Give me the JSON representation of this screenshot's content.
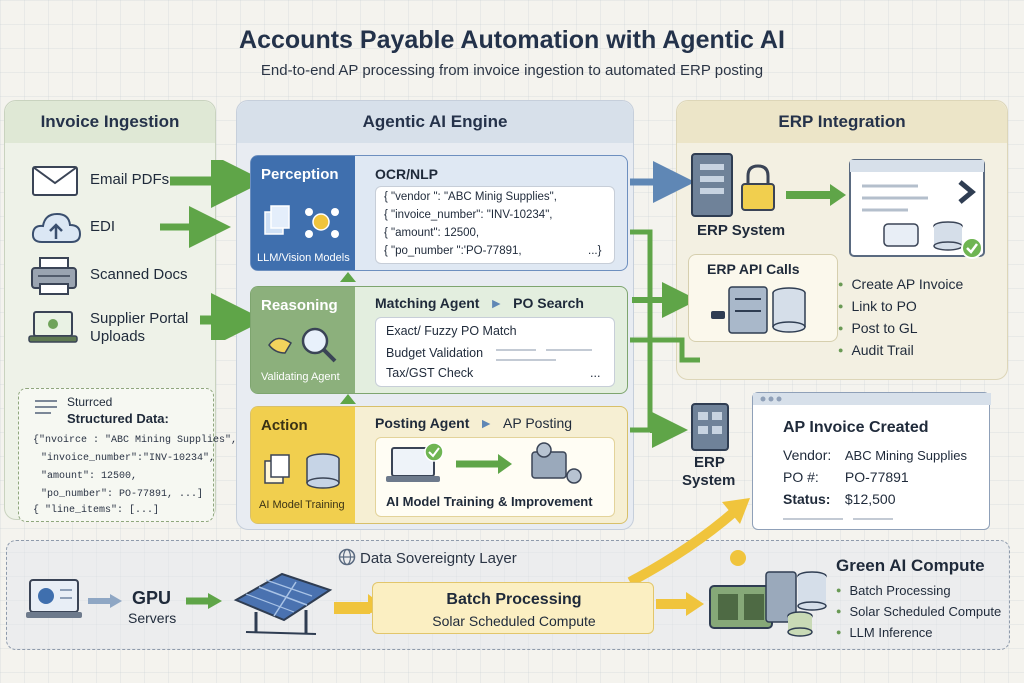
{
  "header": {
    "title": "Accounts Payable Automation with Agentic AI",
    "subtitle": "End-to-end AP processing from invoice ingestion to automated ERP posting"
  },
  "columns": {
    "ingestion": "Invoice Ingestion",
    "engine": "Agentic AI Engine",
    "erp": "ERP Integration"
  },
  "ingestion": {
    "items": [
      "Email PDFs",
      "EDI",
      "Scanned Docs",
      "Supplier Portal Uploads"
    ],
    "structured": {
      "title1": "Sturrced",
      "title2": "Structured Data:",
      "lines": [
        "{\"nvoirce :   \"ABC Mining Supplies\",",
        "\"invoice_number\":\"INV-10234\",",
        "\"amount\": 12500,",
        "\"po_number\": PO-77891,      ...]",
        "{ \"line_items\": [...]"
      ]
    }
  },
  "perception": {
    "title": "Perception",
    "sub": "LLM/Vision Models",
    "head": "OCR/NLP",
    "lines": [
      "{ \"vendor \":   \"ABC Minig Supplies\",",
      "{ \"invoice_number\": \"INV-10234\",",
      "{ \"amount\": 12500,",
      "{ \"po_number \":'PO-77891,",
      "...}"
    ]
  },
  "reasoning": {
    "title": "Reasoning",
    "sub": "Validating Agent",
    "head": "Matching Agent",
    "head2": "PO Search",
    "lines": [
      "Exact/ Fuzzy PO Match",
      "Budget Validation",
      "Tax/GST Check",
      "..."
    ]
  },
  "action": {
    "title": "Action",
    "sub": "AI Model Training",
    "head": "Posting Agent",
    "head2": "AP Posting",
    "caption": "AI Model Training & Improvement"
  },
  "erp": {
    "system_label": "ERP System",
    "api_label": "ERP API Calls",
    "bullets": [
      "Create AP Invoice",
      "Link to PO",
      "Post to GL",
      "Audit Trail"
    ],
    "system2_line1": "ERP",
    "system2_line2": "System",
    "invoice": {
      "title": "AP Invoice Created",
      "vendor_label": "Vendor:",
      "vendor_value": "ABC Mining Supplies",
      "po_label": "PO #:",
      "po_value": "PO-77891",
      "status_label": "Status:",
      "status_value": "$12,500"
    }
  },
  "bottom": {
    "layer_title": "Data Sovereignty Layer",
    "gpu_line1": "GPU",
    "gpu_line2": "Servers",
    "batch_title": "Batch Processing",
    "batch_sub": "Solar Scheduled Compute",
    "green_title": "Green AI Compute",
    "green_items": [
      "Batch Processing",
      "Solar Scheduled Compute",
      "LLM Inference"
    ]
  },
  "colors": {
    "green_arrow": "#5fa548",
    "blue_arrow": "#5f87b5",
    "yellow_arrow": "#f0c43c",
    "perception_blue": "#3f6fae",
    "reasoning_green": "#8cb07c",
    "action_yellow": "#f1cf4e"
  }
}
